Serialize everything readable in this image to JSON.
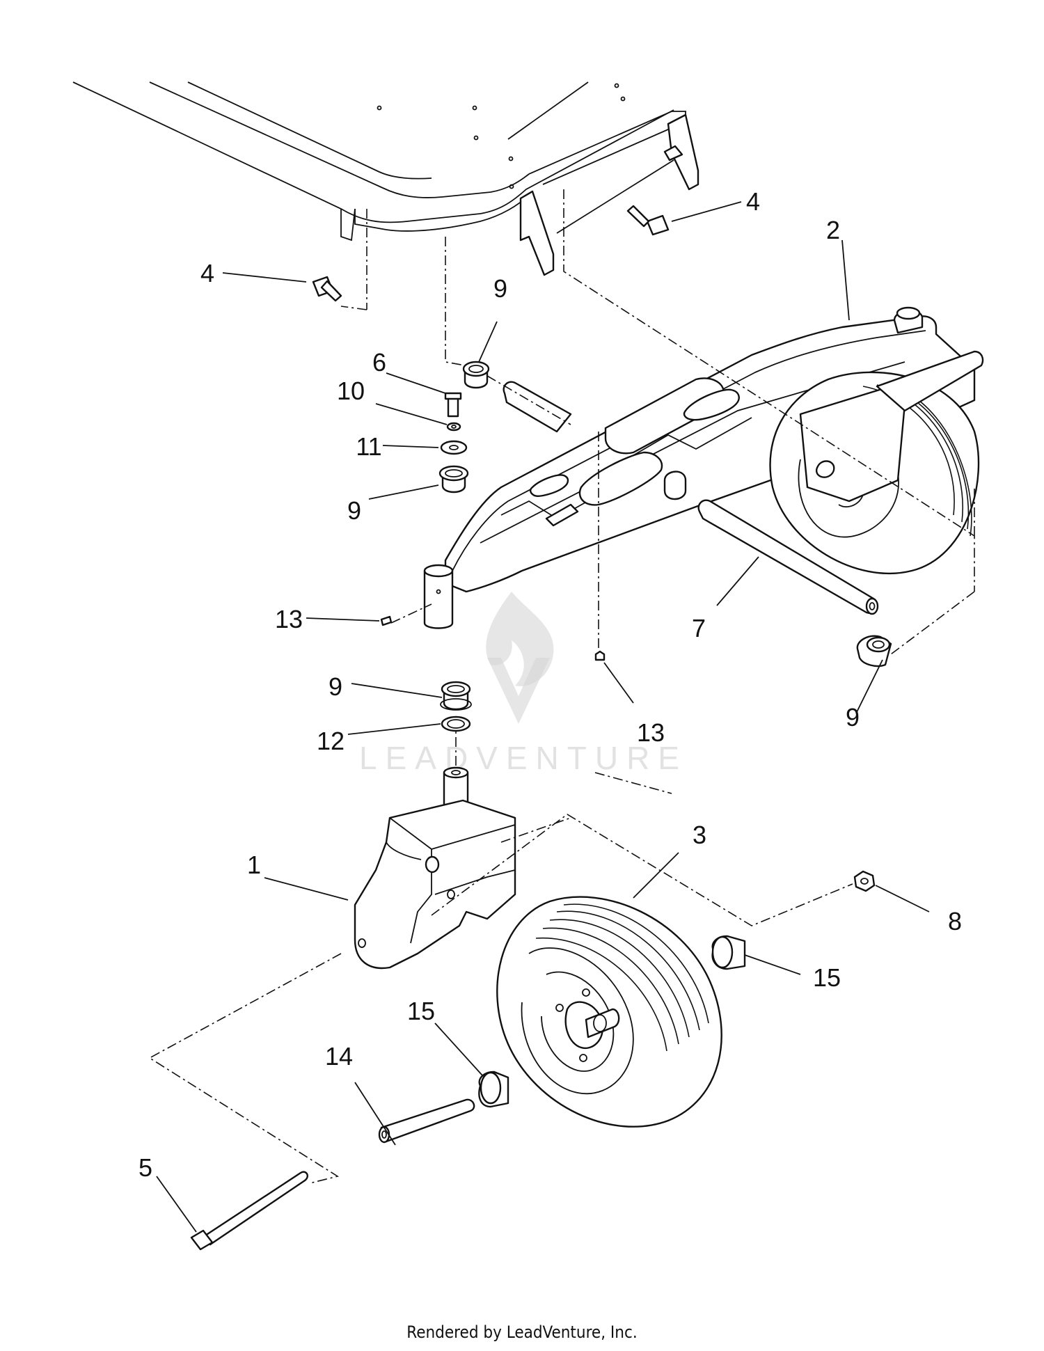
{
  "diagram": {
    "callouts": [
      "1",
      "2",
      "3",
      "4",
      "4",
      "5",
      "6",
      "7",
      "8",
      "9",
      "9",
      "9",
      "9",
      "10",
      "11",
      "12",
      "13",
      "13",
      "14",
      "15",
      "15"
    ]
  },
  "watermark": {
    "text": "LEADVENTURE"
  },
  "footer": {
    "text": "Rendered by LeadVenture, Inc."
  }
}
